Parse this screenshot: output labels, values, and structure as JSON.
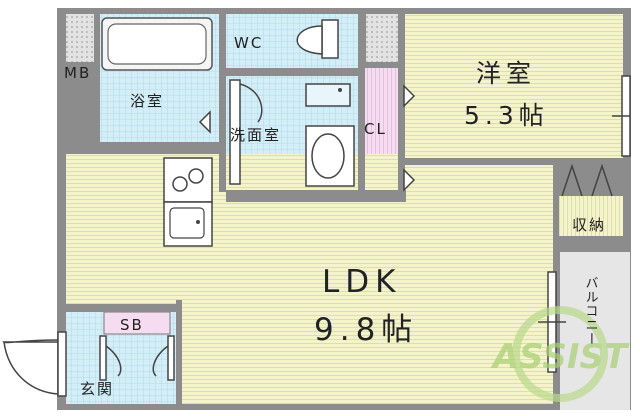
{
  "rooms": {
    "western_room": {
      "name": "洋室",
      "size": "5.3帖"
    },
    "ldk": {
      "name": "LDK",
      "size": "9.8帖"
    },
    "bath": "浴室",
    "wc": "WC",
    "washroom": "洗面室",
    "closet": "CL",
    "storage": "収納",
    "balcony": "バルコニー",
    "entrance": "玄関",
    "shoe_box": "SB",
    "meter_box": "MB"
  },
  "watermark": "ASSIST",
  "colors": {
    "wall": "#8a8a8a",
    "ldk_floor": "#f2f2c6",
    "wet_area": "#d2eef8",
    "closet": "#f3d7ef",
    "shaft": "#c8c8c8",
    "balcony": "#e4e4e4",
    "watermark": "#b9d98a"
  }
}
